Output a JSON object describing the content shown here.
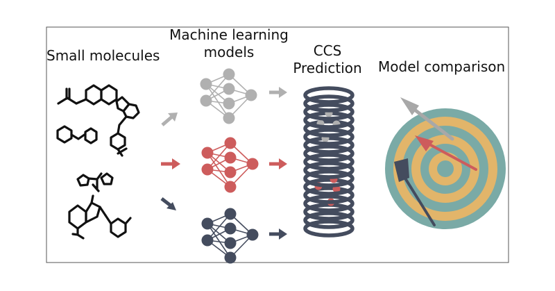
{
  "labels": {
    "small_molecules": "Small molecules",
    "ml_line1": "Machine learning",
    "ml_line2": "models",
    "ccs_line1": "CCS",
    "ccs_line2": "Prediction",
    "model_comparison": "Model comparison"
  },
  "colors": {
    "grey": "#b0b0b0",
    "red": "#cd5c5c",
    "navy": "#444c5e",
    "teal": "#7aaaa6",
    "gold": "#e2b56a",
    "black": "#111111"
  },
  "icons": [
    "molecule-icon",
    "arrow-icon",
    "neural-network-icon",
    "ccs-drift-tube-icon",
    "dartboard-icon",
    "dart-icon"
  ]
}
